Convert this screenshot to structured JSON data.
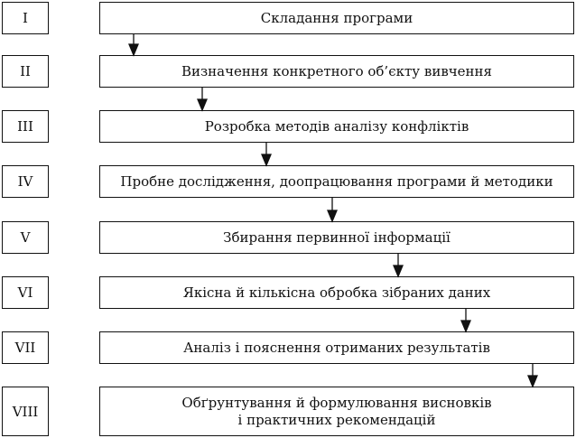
{
  "steps": [
    {
      "num": "I",
      "text": "Складання програми"
    },
    {
      "num": "II",
      "text": "Визначення конкретного об’єкту вивчення"
    },
    {
      "num": "III",
      "text": "Розробка методів аналізу конфліктів"
    },
    {
      "num": "IV",
      "text": "Пробне дослідження, доопрацювання програми й методики"
    },
    {
      "num": "V",
      "text": "Збирання первинної інформації"
    },
    {
      "num": "VI",
      "text": "Якісна й кількісна обробка зібраних даних"
    },
    {
      "num": "VII",
      "text": "Аналіз і пояснення отриманих результатів"
    },
    {
      "num": "VIII",
      "text": "Обґрунтування й формулювання висновків\nі практичних рекомендацій"
    }
  ],
  "colors": {
    "stroke": "#111111",
    "background": "#ffffff"
  }
}
